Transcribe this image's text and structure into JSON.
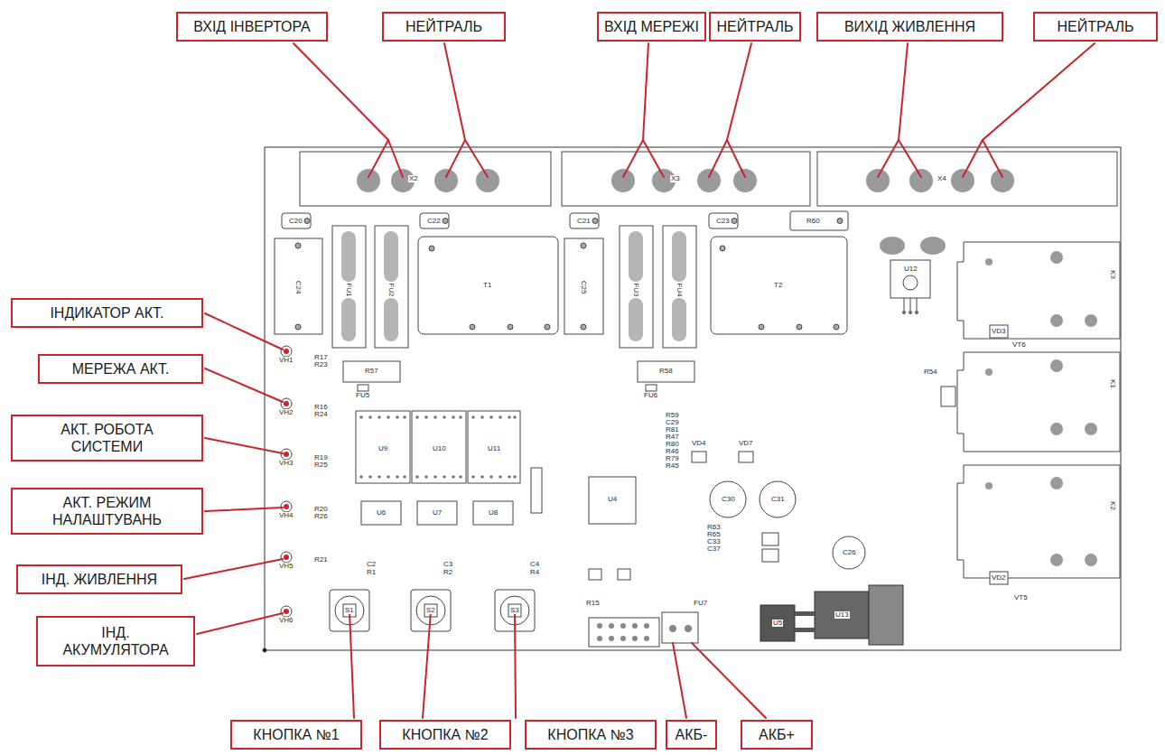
{
  "diagram": {
    "nodes": [
      {
        "text": [
          "ВХІД ІНВЕРТОРА"
        ]
      },
      {
        "text": [
          "НЕЙТРАЛЬ"
        ]
      },
      {
        "text": [
          "ВХІД МЕРЕЖІ"
        ]
      },
      {
        "text": [
          "НЕЙТРАЛЬ"
        ]
      },
      {
        "text": [
          "ВИХІД ЖИВЛЕННЯ"
        ]
      },
      {
        "text": [
          "НЕЙТРАЛЬ"
        ]
      },
      {
        "text": [
          "ІНДИКАТОР АКТ."
        ]
      },
      {
        "text": [
          "МЕРЕЖА АКТ."
        ]
      },
      {
        "text": [
          "АКТ. РОБОТА СИСТЕМИ"
        ]
      },
      {
        "text": [
          "АКТ. РЕЖИМ НАЛАШТУВАНЬ"
        ]
      },
      {
        "text": [
          "ІНД. ЖИВЛЕННЯ"
        ]
      },
      {
        "text": [
          "ІНД. АКУМУЛЯТОРА"
        ]
      },
      {
        "text": [
          "КНОПКА №1"
        ]
      },
      {
        "text": [
          "КНОПКА №2"
        ]
      },
      {
        "text": [
          "КНОПКА №3"
        ]
      },
      {
        "text": [
          "АКБ-"
        ]
      },
      {
        "text": [
          "АКБ+"
        ]
      }
    ],
    "labels": [
      "X2",
      "X3",
      "X4",
      "C20",
      "C22",
      "C21",
      "C23",
      "R60",
      "C24",
      "FU1",
      "FU2",
      "T1",
      "C25",
      "FU3",
      "FU4",
      "T2",
      "U12",
      "K3",
      "K1",
      "K2",
      "VD3",
      "VT6",
      "VD2",
      "VT5",
      "R57",
      "R58",
      "FU5",
      "FU6",
      "U9",
      "U10",
      "U11",
      "U6",
      "U7",
      "U8",
      "U4",
      "C30",
      "C31",
      "VD4",
      "VD7",
      "C26",
      "U5",
      "U13",
      "S1",
      "S2",
      "S3",
      "VH1",
      "VH2",
      "VH3",
      "VH4",
      "VH5",
      "VH6",
      "R17",
      "R23",
      "R16",
      "R24",
      "R19",
      "R25",
      "R20",
      "R26",
      "R21",
      "C2",
      "R1",
      "C3",
      "R2",
      "C4",
      "R4",
      "R59",
      "C29",
      "R81",
      "R47",
      "R80",
      "R46",
      "R79",
      "R45",
      "R63",
      "R65",
      "C33",
      "C37",
      "R15",
      "FU7",
      "R54"
    ]
  }
}
